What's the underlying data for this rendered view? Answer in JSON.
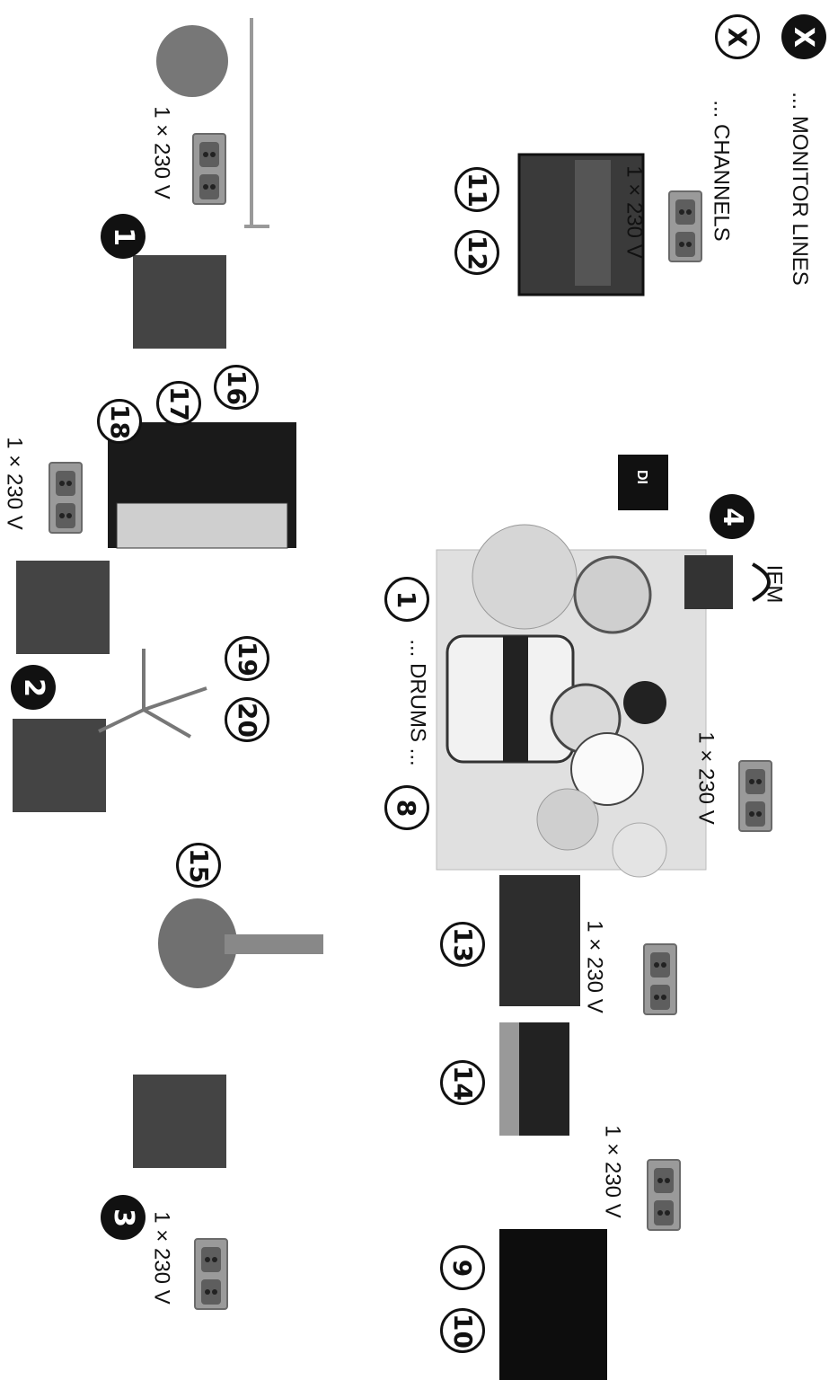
{
  "legend": {
    "monitor_symbol": "X",
    "channel_symbol": "X",
    "monitor_text": "... MONITOR LINES",
    "channel_text": "... CHANNELS"
  },
  "drums_label": "... DRUMS ...",
  "iem_label": "IEM",
  "di_label": "DI",
  "power_label": "1 × 230 V",
  "power_label_spaced": "1 ×  230 V",
  "channels": [
    "1",
    "8",
    "11",
    "12",
    "13",
    "14",
    "9",
    "10",
    "15",
    "16",
    "17",
    "18",
    "19",
    "20"
  ],
  "monitors": [
    "1",
    "2",
    "3",
    "4"
  ],
  "colors": {
    "ink": "#111111",
    "gray": "#8a8a8a",
    "stage": "#e2e2e2"
  }
}
